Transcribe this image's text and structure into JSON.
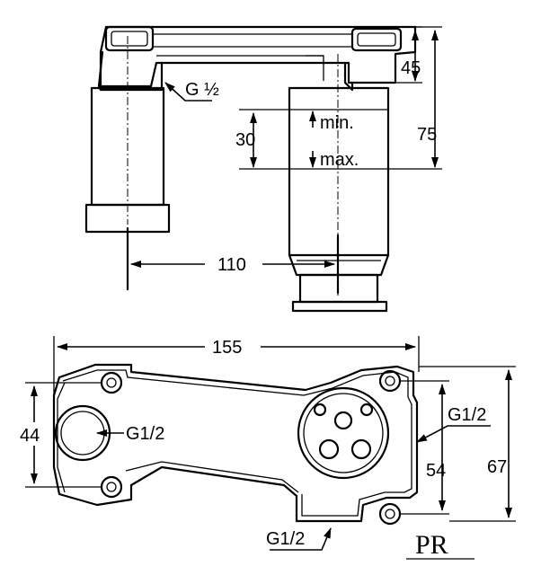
{
  "side_view": {
    "thread_label": "G ½",
    "min_label": "min.",
    "max_label": "max.",
    "dim_30": "30",
    "dim_45": "45",
    "dim_75": "75",
    "dim_110": "110"
  },
  "plan_view": {
    "dim_155": "155",
    "dim_44": "44",
    "dim_54": "54",
    "dim_67": "67",
    "thread_left": "G1/2",
    "thread_right": "G1/2",
    "thread_bottom": "G1/2"
  },
  "logo": {
    "text": "PR"
  }
}
